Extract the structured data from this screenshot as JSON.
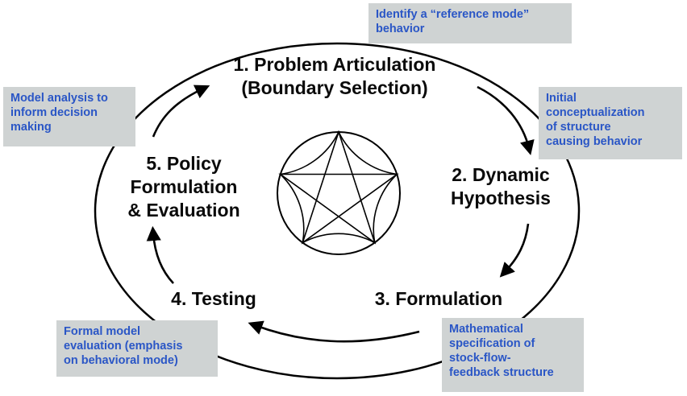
{
  "steps": {
    "problem": {
      "line1": "1. Problem Articulation",
      "line2": "(Boundary Selection)"
    },
    "hypothesis": {
      "line1": "2. Dynamic",
      "line2": "Hypothesis"
    },
    "formulation": {
      "line1": "3. Formulation"
    },
    "testing": {
      "line1": "4. Testing"
    },
    "policy": {
      "line1": "5. Policy",
      "line2": "Formulation",
      "line3": "& Evaluation"
    }
  },
  "notes": {
    "reference_mode": {
      "line1": "Identify a “reference mode”",
      "line2": "behavior"
    },
    "conceptualization": {
      "line1": "Initial",
      "line2": "conceptualization",
      "line3": "of structure",
      "line4": "causing behavior"
    },
    "mathematical": {
      "line1": "Mathematical",
      "line2": "specification of",
      "line3": "stock-flow-",
      "line4": "feedback structure"
    },
    "formal_model": {
      "line1": "Formal model",
      "line2": "evaluation (emphasis",
      "line3": "on behavioral mode)"
    },
    "model_analysis": {
      "line1": "Model analysis to",
      "line2": "inform decision",
      "line3": "making"
    }
  },
  "colors": {
    "step_text": "#0a0a0a",
    "note_text": "#2a56c6",
    "note_fill": "#cfd3d3",
    "line": "#000000"
  },
  "icons": {
    "center": "hypocycloid-star-in-circle-icon",
    "arrows": "curved-arrow-icon"
  }
}
